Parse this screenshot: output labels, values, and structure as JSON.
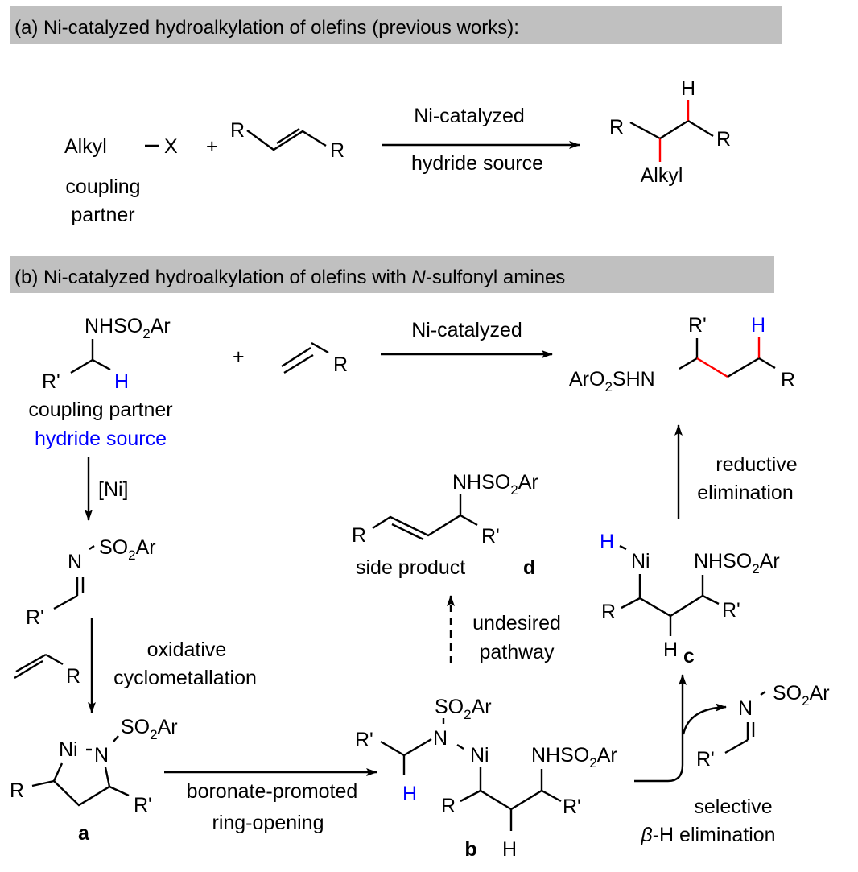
{
  "panel_a": {
    "header": "(a) Ni-catalyzed hydroalkylation of olefins (previous works):",
    "alkyl": "Alkyl",
    "x": "X",
    "plus": "+",
    "coupling": "coupling",
    "partner": "partner",
    "r": "R",
    "arrow_top": "Ni-catalyzed",
    "arrow_bottom": "hydride source",
    "h": "H"
  },
  "panel_b": {
    "header_pre": "(b) Ni-catalyzed hydroalkylation of olefins with ",
    "header_italic": "N",
    "header_post": "-sulfonyl amines",
    "coupling_partner": "coupling partner",
    "hydride_source": "hydride source",
    "ni_bracket": "[Ni]",
    "plus": "+",
    "ni_catalyzed": "Ni-catalyzed",
    "oxidative": "oxidative",
    "cyclometallation": "cyclometallation",
    "boronate": "boronate-promoted",
    "ring_opening": "ring-opening",
    "undesired": "undesired",
    "pathway": "pathway",
    "side_product": "side product",
    "selective": "selective",
    "beta": "β",
    "beta_rest": "-H elimination",
    "reductive": "reductive",
    "elimination": "elimination",
    "labels": {
      "a": "a",
      "b": "b",
      "c": "c",
      "d": "d"
    },
    "atoms": {
      "r": "R",
      "rp": "R'",
      "h": "H",
      "n": "N",
      "ni": "Ni"
    }
  },
  "formulas": {
    "nhso2ar": [
      "NHSO",
      "2",
      "Ar"
    ],
    "so2ar": [
      "SO",
      "2",
      "Ar"
    ],
    "aro2shn": [
      "ArO",
      "2",
      "SHN"
    ]
  },
  "colors": {
    "highlight_bond": "#ff0000",
    "hydride": "#0000ff",
    "header_bar": "#c0c0c0"
  }
}
